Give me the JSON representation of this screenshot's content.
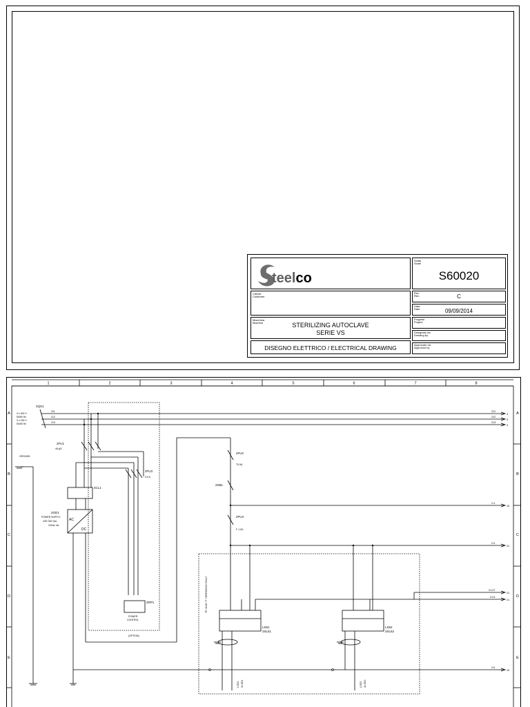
{
  "title_block": {
    "logo_text": "Steelco",
    "scale_label_it": "Scala",
    "scale_label_en": "Scale",
    "drawing_number": "S60020",
    "customer_label_it": "Cliente",
    "customer_label_en": "Customer",
    "rev_label_it": "Rev.",
    "rev_label_en": "Rev.",
    "rev_value": "C",
    "date_label_it": "Data",
    "date_label_en": "Date",
    "date_value": "09/09/2014",
    "machine_label_it": "Macchina",
    "machine_label_en": "Machine",
    "machine_line1": "STERILIZING AUTOCLAVE",
    "machine_line2": "SERIE VS",
    "project_label_it": "Progetto",
    "project_label_en": "Project",
    "drawn_label_it": "Disegnato da",
    "drawn_label_en": "Drawing by",
    "approved_label_it": "Approvato da",
    "approved_label_en": "Approved by",
    "drawing_type": "DISEGNO ELETTRICO / ELECTRICAL DRAWING"
  },
  "schematic": {
    "columns": [
      "1",
      "2",
      "3",
      "4",
      "5",
      "6",
      "7",
      "8"
    ],
    "rows": [
      "A",
      "B",
      "C",
      "D",
      "E"
    ],
    "components": {
      "main_switch": "2QS1",
      "supply_line1": "3 x 400 V",
      "supply_line1b": "50/60 Hz",
      "supply_line2": "3 x 230 V",
      "supply_line2b": "50/60 Hz",
      "wire_211": "211",
      "wire_212": "212",
      "wire_213": "213",
      "fuse1": "2FU1",
      "fuse1_rating": "4A gG",
      "fuse2": "2FU2",
      "fuse2_rating": "T0.5A",
      "fuse3": "2FU3",
      "fuse3_rating": "F 1.0A",
      "fuse4": "2FU3",
      "fuse4_rating": "0.5 A",
      "ground": "GROUND",
      "filter": "2CL1",
      "psu": "2GD1",
      "psu_desc1": "POWER SUPPLY",
      "psu_desc2": "230÷300 Vac",
      "psu_desc3": "24Vdc 4A",
      "psu_ac": "AC",
      "psu_dc": "DC",
      "power_control_id": "2RP1",
      "power_control_line1": "POWER",
      "power_control_line2": "CONTROL",
      "option_label": "(OPTION)",
      "button": "2SB1",
      "versions_note": "\"E\" AND \"I\" VERSIONS ONLY",
      "ls1_a": "LS51",
      "ls1_b": "2SL51",
      "ls2_a": "LS52",
      "ls2_b": "2SL52",
      "ls1_bottom": "LS51",
      "ls1_bottom2": "2LS51",
      "ls2_bottom": "LS52",
      "ls2_bottom2": "2LS52"
    },
    "cross_refs": [
      {
        "wire": "211",
        "page": "3"
      },
      {
        "wire": "212",
        "page": "3"
      },
      {
        "wire": "213",
        "page": "3"
      },
      {
        "wire": "2.4",
        "page": "10"
      },
      {
        "wire": "2.5",
        "page": "21"
      },
      {
        "wire": "21.07",
        "page": "21"
      },
      {
        "wire": "21.8",
        "page": "21"
      },
      {
        "wire": "2.6",
        "page": "10"
      }
    ]
  }
}
